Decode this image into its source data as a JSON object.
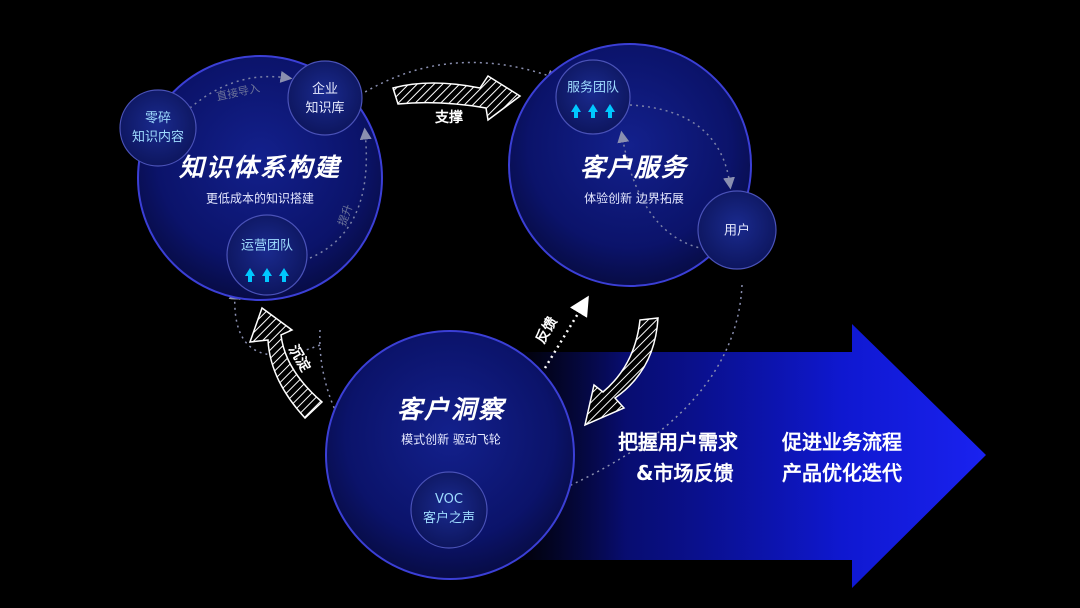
{
  "circles": {
    "knowledge": {
      "title": "知识体系构建",
      "subtitle": "更低成本的知识搭建"
    },
    "service": {
      "title": "客户服务",
      "subtitle": "体验创新  边界拓展"
    },
    "insight": {
      "title": "客户洞察",
      "subtitle": "模式创新  驱动飞轮"
    }
  },
  "nodes": {
    "fragment": [
      "零碎",
      "知识内容"
    ],
    "enterprise": [
      "企业",
      "知识库"
    ],
    "ops_team": "运营团队",
    "service_team": "服务团队",
    "user": "用户",
    "voc": [
      "VOC",
      "客户之声"
    ]
  },
  "edges": {
    "direct_import": "直接导入",
    "improve": "提升"
  },
  "arrows": {
    "support": "支撑",
    "sediment": "沉淀",
    "feedback": "反馈"
  },
  "side_text": {
    "left": [
      "把握用户需求",
      "&市场反馈"
    ],
    "right": [
      "促进业务流程",
      "产品优化迭代"
    ]
  },
  "colors": {
    "background": "#000000",
    "circle_fill": "#0a1470",
    "circle_edge": "#3b3fd6",
    "big_arrow": "#1016d8",
    "node_text": "#9fdcff"
  }
}
